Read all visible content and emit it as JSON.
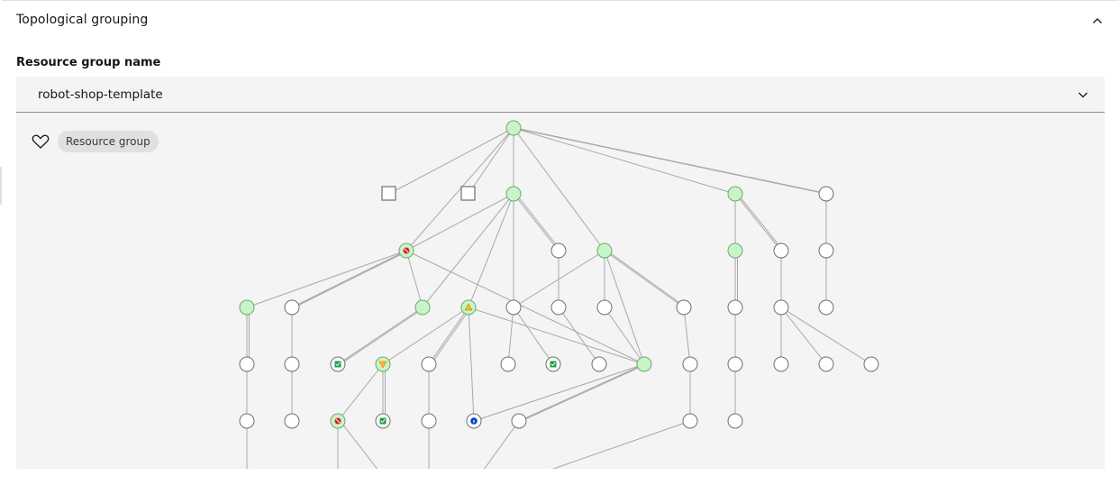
{
  "accordion": {
    "title": "Topological grouping",
    "chevron_icon": "chevron-up-icon"
  },
  "field": {
    "label": "Resource group name",
    "value": "robot-shop-template",
    "chevron_icon": "chevron-down-icon"
  },
  "canvas": {
    "favorite_icon": "heart-outline-icon",
    "tag_label": "Resource group"
  },
  "colors": {
    "node_ok": "#c8f5c8",
    "node_ok_stroke": "#6fa86f",
    "node_neutral": "#ffffff",
    "node_stroke": "#6f6f6f",
    "edge": "#a8a8a8",
    "status_critical": "#da1e28",
    "status_warning": "#f1c21b",
    "status_minor": "#ff832b",
    "status_clear": "#24a148",
    "status_info": "#0043ce"
  }
}
